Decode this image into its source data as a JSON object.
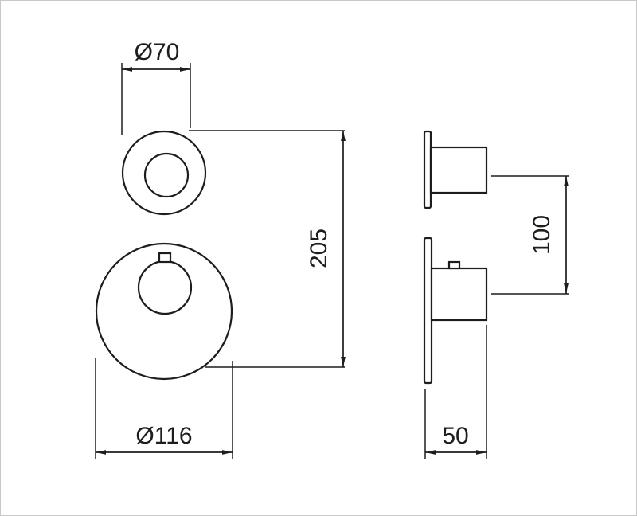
{
  "drawing": {
    "type": "technical-dimension-drawing",
    "views": {
      "front": "front-view-thermostat-mixer",
      "side": "side-view-thermostat-mixer"
    },
    "dimensions": {
      "small_knob_diameter": "Ø70",
      "overall_height": "205",
      "plate_diameter": "Ø116",
      "handle_spacing": "100",
      "depth": "50"
    },
    "colors": {
      "line": "#1d1d1b",
      "background": "#ffffff",
      "page_border": "#c8c8c8"
    }
  }
}
